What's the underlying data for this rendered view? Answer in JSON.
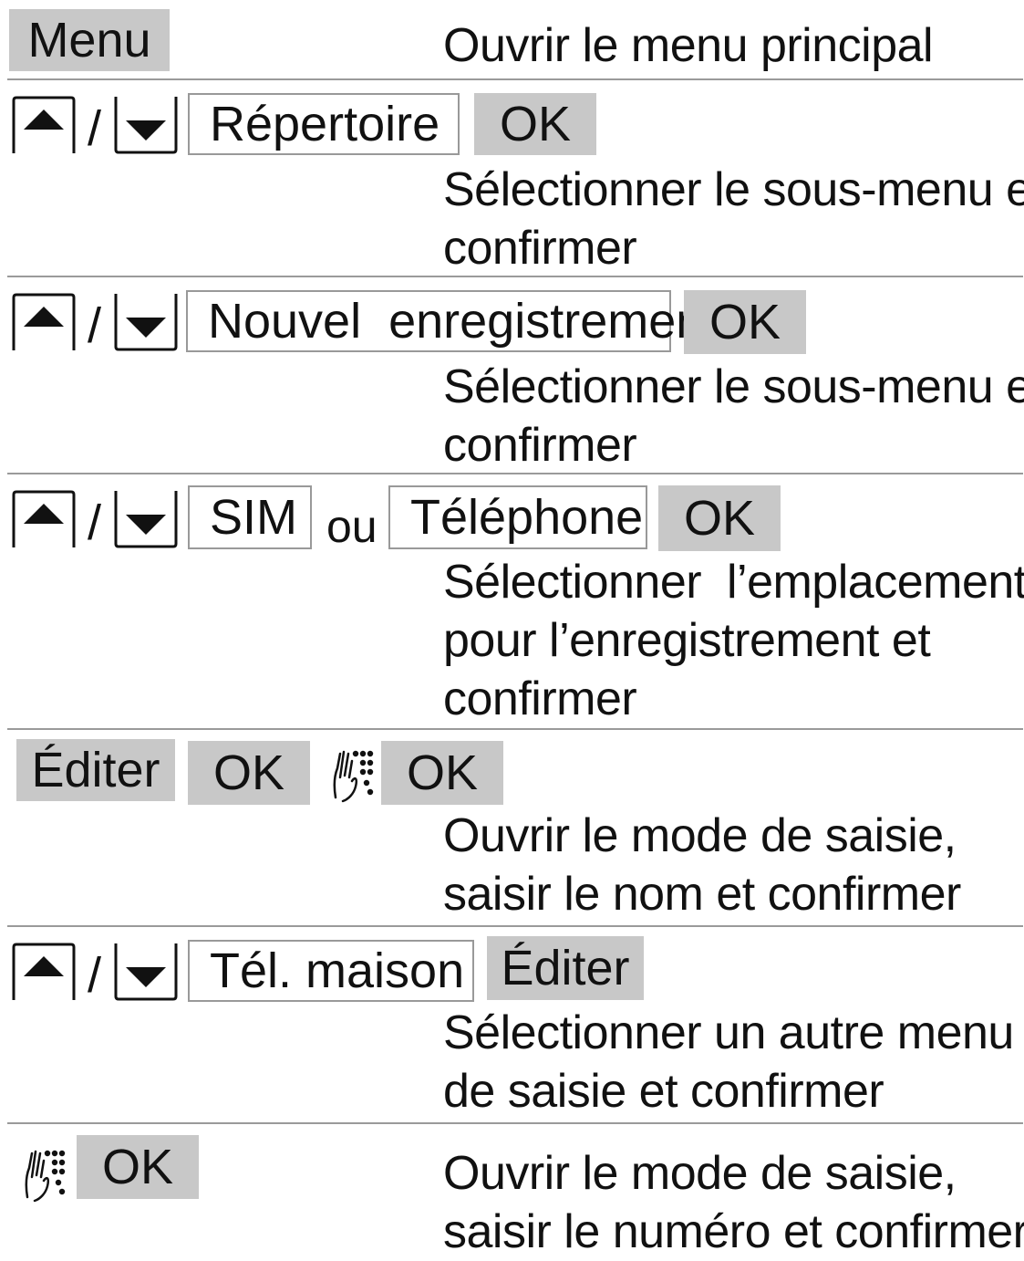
{
  "rows": [
    {
      "keys": {
        "menu": "Menu"
      },
      "desc": [
        "Ouvrir le menu principal"
      ]
    },
    {
      "keys": {
        "item": "Répertoire",
        "ok": "OK"
      },
      "desc": [
        "Sélectionner le sous-menu et",
        "confirmer"
      ]
    },
    {
      "keys": {
        "item": "Nouvel  enregistrement",
        "ok": "OK"
      },
      "desc": [
        "Sélectionner le sous-menu et",
        "confirmer"
      ]
    },
    {
      "keys": {
        "item1": "SIM",
        "or": "ou",
        "item2": "Téléphone",
        "ok": "OK"
      },
      "desc": [
        "Sélectionner  l’emplacement",
        "pour l’enregistrement et",
        "confirmer"
      ]
    },
    {
      "keys": {
        "edit": "Éditer",
        "ok1": "OK",
        "ok2": "OK"
      },
      "desc": [
        "Ouvrir le mode de saisie,",
        "saisir le nom et confirmer"
      ]
    },
    {
      "keys": {
        "item": "Tél. maison",
        "edit": "Éditer"
      },
      "desc": [
        "Sélectionner un autre menu",
        "de saisie et confirmer"
      ]
    },
    {
      "keys": {
        "ok": "OK"
      },
      "desc": [
        "Ouvrir le mode de saisie,",
        "saisir le numéro et confirmer"
      ]
    }
  ],
  "slash": "/",
  "icons": {
    "up": "arrow-up-key-icon",
    "down": "arrow-down-key-icon",
    "keypad": "keypad-hand-icon"
  }
}
